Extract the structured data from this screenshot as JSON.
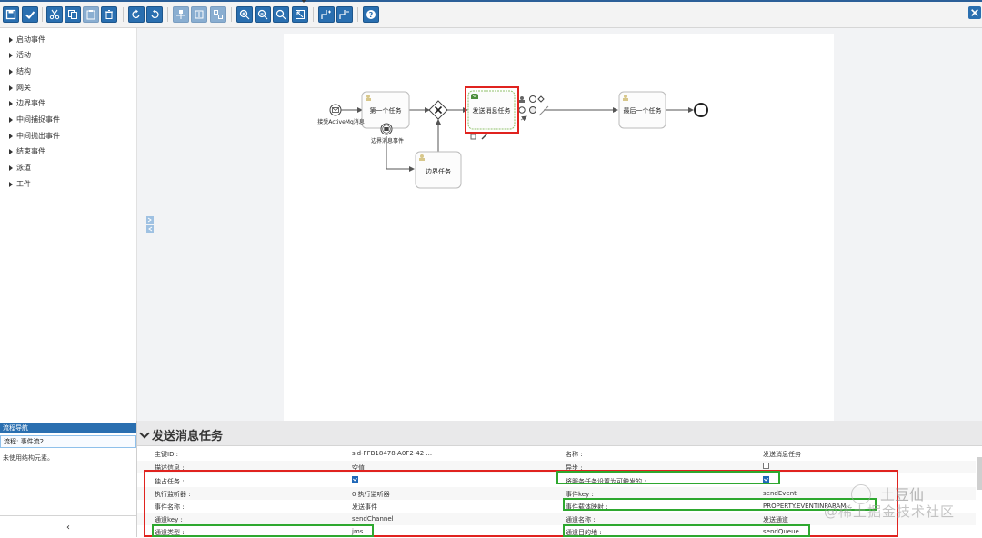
{
  "toolbar": {
    "buttons": [
      "save-icon",
      "check-icon",
      "cut-icon",
      "copy-icon",
      "paste-icon",
      "delete-icon",
      "redo-icon",
      "undo-icon",
      "align-icon",
      "bring-front-icon",
      "send-back-icon",
      "zoom-in-icon",
      "zoom-out-icon",
      "zoom-actual-icon",
      "zoom-fit-icon",
      "bend-add-icon",
      "bend-remove-icon",
      "help-icon"
    ],
    "close_icon": "close-icon"
  },
  "palette": {
    "items": [
      "启动事件",
      "活动",
      "结构",
      "网关",
      "边界事件",
      "中间捕捉事件",
      "中间抛出事件",
      "结束事件",
      "泳道",
      "工件"
    ]
  },
  "diagram": {
    "start_label": "接受ActiveMq消息",
    "task1": "第一个任务",
    "boundary_label": "边界消息事件",
    "boundary_task": "边界任务",
    "send_task": "发送消息任务",
    "last_task": "最后一个任务"
  },
  "nav": {
    "header": "流程导航",
    "row": "流程: 事件流2",
    "desc": "未使用结构元素。",
    "collapse": "‹"
  },
  "props": {
    "title": "发送消息任务",
    "rows": [
      {
        "k1": "主键ID :",
        "v1": "sid-FFB18478-A0F2-42 ...",
        "k2": "名称 :",
        "v2": "发送消息任务"
      },
      {
        "k1": "描述信息 :",
        "v1": "空值",
        "k2": "异步 :",
        "v2": ""
      },
      {
        "k1": "独占任务 :",
        "v1": "",
        "k2": "将服务任务设置为可触发的 :",
        "v2": ""
      },
      {
        "k1": "执行监听器 :",
        "v1": "0 执行监听器",
        "k2": "事件key :",
        "v2": "sendEvent"
      },
      {
        "k1": "事件名称 :",
        "v1": "发送事件",
        "k2": "事件载体映射 :",
        "v2": "PROPERTY.EVENTINPARAM..."
      },
      {
        "k1": "通道key :",
        "v1": "sendChannel",
        "k2": "通道名称 :",
        "v2": "发送通道"
      },
      {
        "k1": "通道类型 :",
        "v1": "jms",
        "k2": "通道目的地 :",
        "v2": "sendQueue"
      }
    ]
  },
  "watermark": {
    "name": "土豆仙",
    "sub": "@稀土掘金技术社区"
  },
  "colors": {
    "accent": "#2a6fb0",
    "highlight_red": "#e0231f",
    "highlight_green": "#2ea82f"
  }
}
